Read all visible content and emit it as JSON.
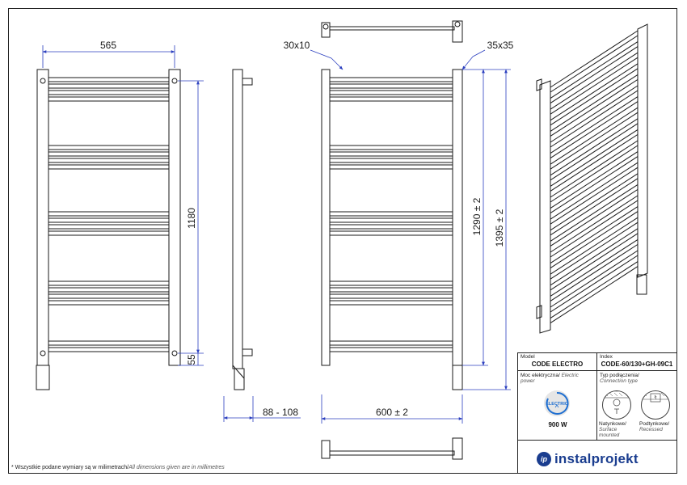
{
  "dimensions": {
    "front_width": "565",
    "front_height": "1180",
    "front_bottom": "55",
    "side_depth": "88 - 108",
    "top_left_profile": "30x10",
    "top_right_profile": "35x35",
    "height_inner": "1290  ± 2",
    "height_total": "1395  ± 2",
    "width_total": "600  ± 2"
  },
  "title_block": {
    "model_label": "Model",
    "model_value": "CODE ELECTRO",
    "index_label": "Index",
    "index_value": "CODE-60/130+GH-09C1",
    "power_label": "Moc elektryczna/",
    "power_label_en": "Electric power",
    "electric_text": "ELECTRIC",
    "power_value": "900 W",
    "connection_label": "Typ podłączenia/",
    "connection_label_en": "Connection type",
    "surface_label": "Natynkowe/",
    "surface_label_en": "Surface mounted",
    "recessed_label": "Podtynkowe/",
    "recessed_label_en": "Recessed"
  },
  "footnote": "* Wszystkie podane wymiary są w milimetrach/",
  "footnote_en": "All dimensions given are in millimetres",
  "brand": {
    "name": "instalprojekt",
    "mark": "ip"
  },
  "colors": {
    "line": "#1a1a1a",
    "dimension": "#2b3fbf",
    "brand": "#1a3d8f"
  }
}
